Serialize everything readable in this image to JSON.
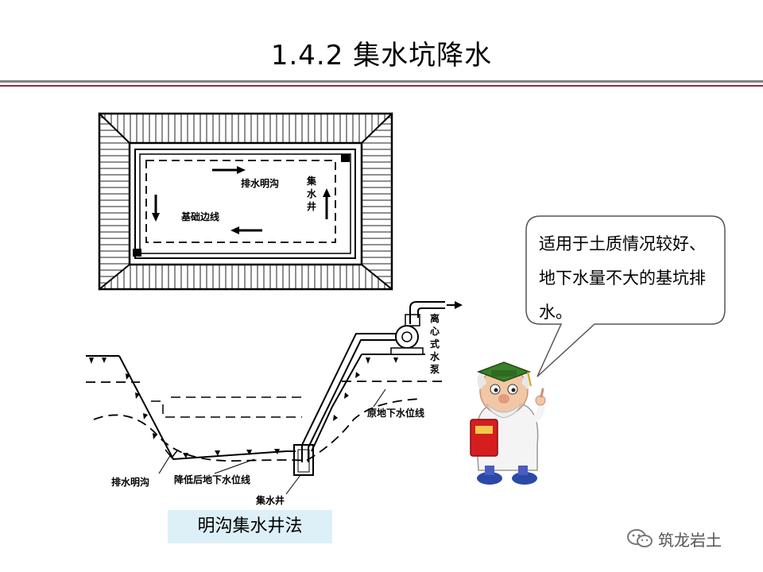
{
  "title": "1.4.2 集水坑降水",
  "plan_view": {
    "label_drain": "排水明沟",
    "label_sump": [
      "集",
      "水",
      "井"
    ],
    "label_foundation": "基础边线"
  },
  "section_view": {
    "label_pump": [
      "离",
      "心",
      "式",
      "水",
      "泵"
    ],
    "label_original_water": "原地下水位线",
    "label_drain": "排水明沟",
    "label_lowered_water": "降低后地下水位线",
    "label_sump": "集水井"
  },
  "bubble": {
    "text": "适用于土质情况较好、地下水量不大的基坑排水。"
  },
  "caption": "明沟集水井法",
  "watermark": "筑龙岩土",
  "colors": {
    "rule_gray": "#7f7f7f",
    "rule_red": "#8b2c3c",
    "caption_bg": "#ddf0f7"
  }
}
